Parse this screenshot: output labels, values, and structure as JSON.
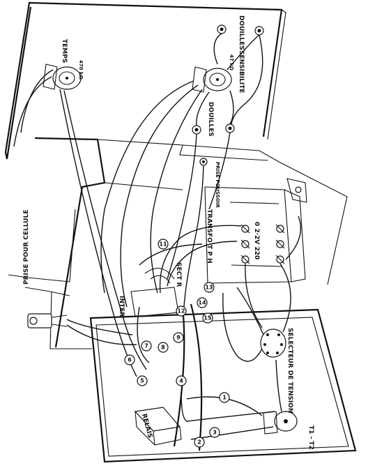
{
  "labels": {
    "temps": "TEMPS",
    "temps_value": "470 kΩ",
    "douilles_top": "DOUILLES",
    "sensibilite": "SENSIBILITE",
    "sensibilite_value": "47 kΩ",
    "douilles_mid": "DOUILLES",
    "prise_poussoir": "PRISE POUSSOIR",
    "transfo": "TRANSFO T P H",
    "transfo_taps": "0   2·2V   220",
    "prise_pour_cellule": "PRISE POUR CELLULE",
    "inter": "INTER",
    "secteur": "SECT R",
    "selecteur": "SELECTEUR DE TENSION",
    "relais": "RELAIS",
    "t1_t2": "T1 - T2"
  },
  "wire_numbers": [
    "1",
    "2",
    "3",
    "4",
    "5",
    "6",
    "7",
    "8",
    "9",
    "11",
    "12",
    "13",
    "14",
    "15"
  ]
}
